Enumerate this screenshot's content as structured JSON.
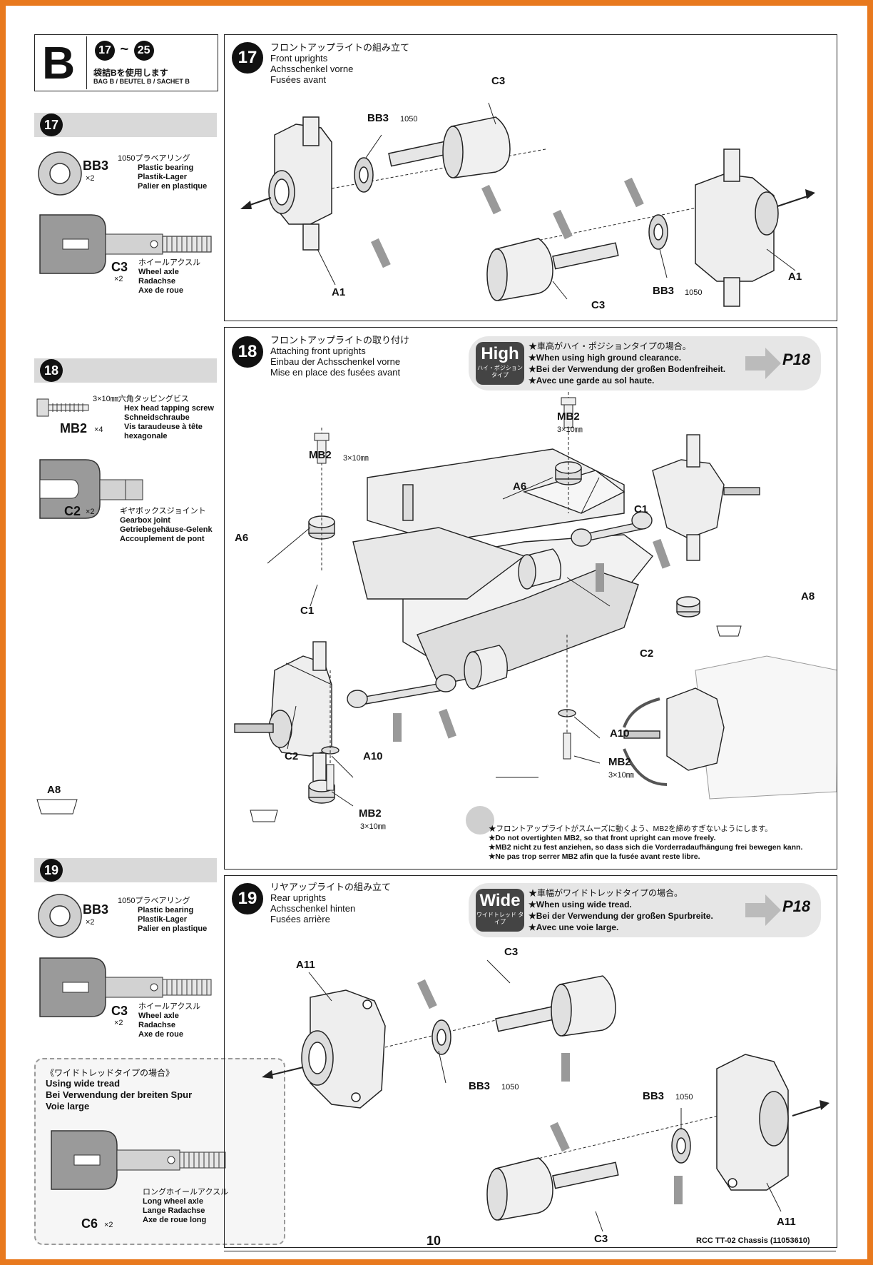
{
  "bag": {
    "letter": "B",
    "step_from": "17",
    "step_to": "25",
    "jp": "袋詰Bを使用します",
    "langs": "BAG B / BEUTEL B / SACHET B"
  },
  "sidebar": {
    "s17": {
      "step": "17",
      "parts": [
        {
          "code": "BB3",
          "qty": "×2",
          "jp": "1050プラベアリング",
          "en": "Plastic bearing",
          "de": "Plastik-Lager",
          "fr": "Palier en plastique"
        },
        {
          "code": "C3",
          "qty": "×2",
          "jp": "ホイールアクスル",
          "en": "Wheel axle",
          "de": "Radachse",
          "fr": "Axe de roue"
        }
      ]
    },
    "s18": {
      "step": "18",
      "parts": [
        {
          "code": "MB2",
          "qty": "×4",
          "jp": "3×10㎜六角タッピングビス",
          "en": "Hex head tapping screw",
          "de": "Schneidschraube",
          "fr": "Vis taraudeuse à tête",
          "fr2": "hexagonale"
        },
        {
          "code": "C2",
          "qty": "×2",
          "jp": "ギヤボックスジョイント",
          "en": "Gearbox joint",
          "de": "Getriebegehäuse-Gelenk",
          "fr": "Accouplement de pont"
        }
      ]
    },
    "s19": {
      "step": "19",
      "parts": [
        {
          "code": "BB3",
          "qty": "×2",
          "jp": "1050プラベアリング",
          "en": "Plastic bearing",
          "de": "Plastik-Lager",
          "fr": "Palier en plastique"
        },
        {
          "code": "C3",
          "qty": "×2",
          "jp": "ホイールアクスル",
          "en": "Wheel axle",
          "de": "Radachse",
          "fr": "Axe de roue"
        }
      ]
    },
    "wide_box": {
      "jp": "《ワイドトレッドタイプの場合》",
      "en": "Using wide tread",
      "de": "Bei Verwendung der breiten Spur",
      "fr": "Voie large",
      "part": {
        "code": "C6",
        "qty": "×2",
        "jp": "ロングホイールアクスル",
        "en": "Long wheel axle",
        "de": "Lange Radachse",
        "fr": "Axe de roue long"
      }
    }
  },
  "step17": {
    "num": "17",
    "jp": "フロントアップライトの組み立て",
    "en": "Front uprights",
    "de": "Achsschenkel vorne",
    "fr": "Fusées avant",
    "labels": {
      "c3": "C3",
      "bb3": "BB3",
      "bb3_sub": "1050",
      "a1": "A1"
    }
  },
  "step18": {
    "num": "18",
    "jp": "フロントアップライトの取り付け",
    "en": "Attaching front uprights",
    "de": "Einbau der Achsschenkel vorne",
    "fr": "Mise en place des fusées avant",
    "callout": {
      "badge": "High",
      "badge_jp": "ハイ・ポジション タイプ",
      "lines": [
        "★車高がハイ・ポジションタイプの場合。",
        "★When using high ground clearance.",
        "★Bei der Verwendung der großen Bodenfreiheit.",
        "★Avec une garde au sol haute."
      ],
      "page_ref": "P18"
    },
    "labels": {
      "mb2": "MB2",
      "size": "3×10㎜",
      "a6": "A6",
      "c1": "C1",
      "a8": "A8",
      "c2": "C2",
      "a10": "A10"
    },
    "note": [
      "★フロントアップライトがスムーズに動くよう、MB2を締めすぎないようにします。",
      "★Do not overtighten MB2, so that front upright can move freely.",
      "★MB2 nicht zu fest anziehen, so dass sich die Vorderradaufhängung frei bewegen kann.",
      "★Ne pas trop serrer MB2 afin que la fusée avant reste libre."
    ]
  },
  "step19": {
    "num": "19",
    "jp": "リヤアップライトの組み立て",
    "en": "Rear uprights",
    "de": "Achsschenkel hinten",
    "fr": "Fusées arrière",
    "callout": {
      "badge": "Wide",
      "badge_jp": "ワイドトレッド タイプ",
      "lines": [
        "★車幅がワイドトレッドタイプの場合。",
        "★When using wide tread.",
        "★Bei der Verwendung der großen Spurbreite.",
        "★Avec une voie large."
      ],
      "page_ref": "P18"
    },
    "labels": {
      "c3": "C3",
      "a11": "A11",
      "bb3": "BB3",
      "bb3_sub": "1050"
    }
  },
  "footer": {
    "page_number": "10",
    "doc_title": "RCC TT-02 Chassis (11053610)"
  }
}
